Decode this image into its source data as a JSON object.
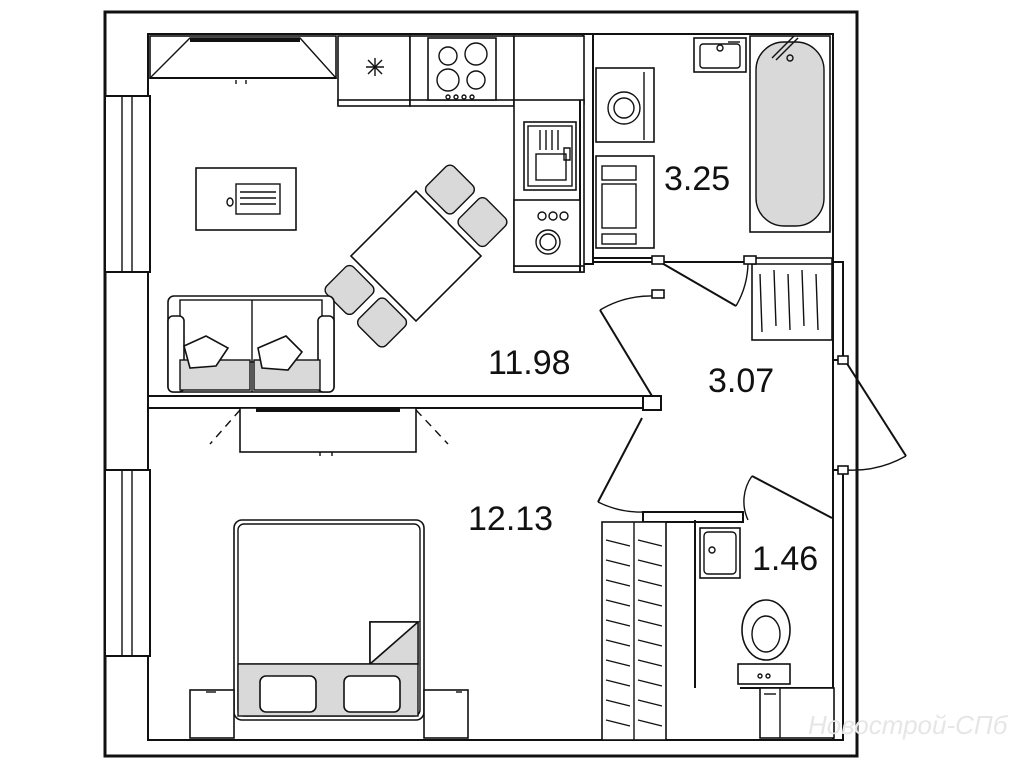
{
  "rooms": [
    {
      "id": "living-kitchen",
      "area": "11.98"
    },
    {
      "id": "bathroom",
      "area": "3.25"
    },
    {
      "id": "hallway",
      "area": "3.07"
    },
    {
      "id": "bedroom",
      "area": "12.13"
    },
    {
      "id": "toilet",
      "area": "1.46"
    }
  ],
  "watermark": "Новострой-СПб"
}
